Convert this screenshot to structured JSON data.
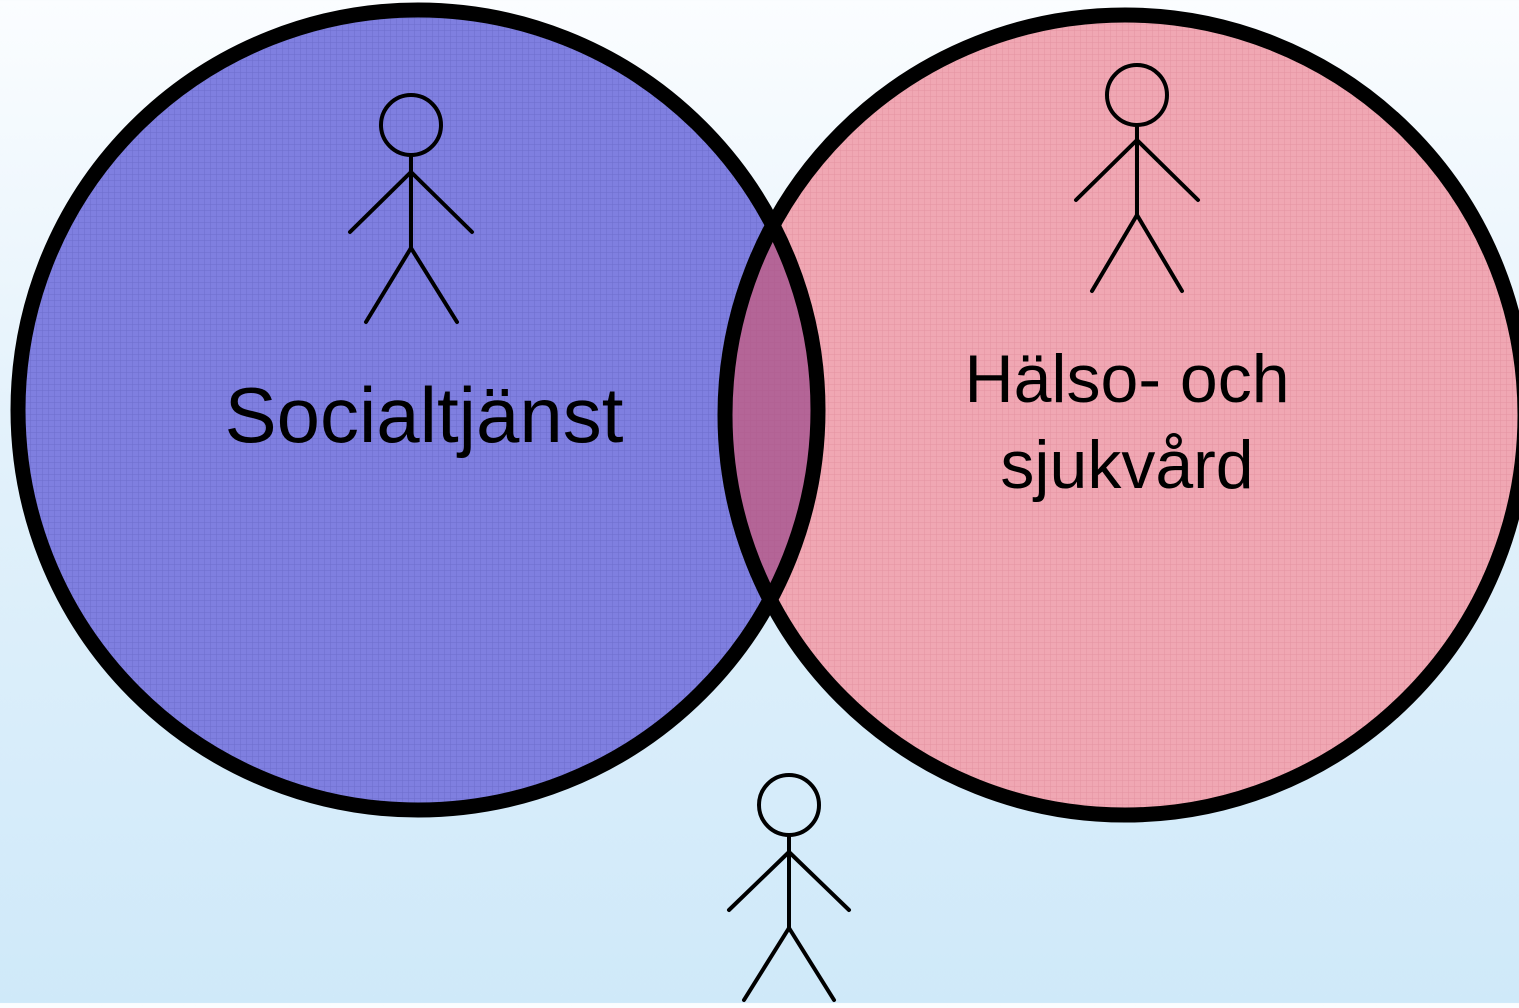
{
  "diagram": {
    "circles": [
      {
        "id": "social",
        "label_lines": [
          "Socialtjänst"
        ],
        "fill": "#7f7fe0",
        "outline": "#000000"
      },
      {
        "id": "health",
        "label_lines": [
          "Hälso- och",
          "sjukvård"
        ],
        "fill": "#f0a7b3",
        "outline": "#000000"
      }
    ],
    "overlap_color": "#a04f8e",
    "figure_icons": [
      "person-icon",
      "person-icon",
      "person-icon"
    ]
  }
}
